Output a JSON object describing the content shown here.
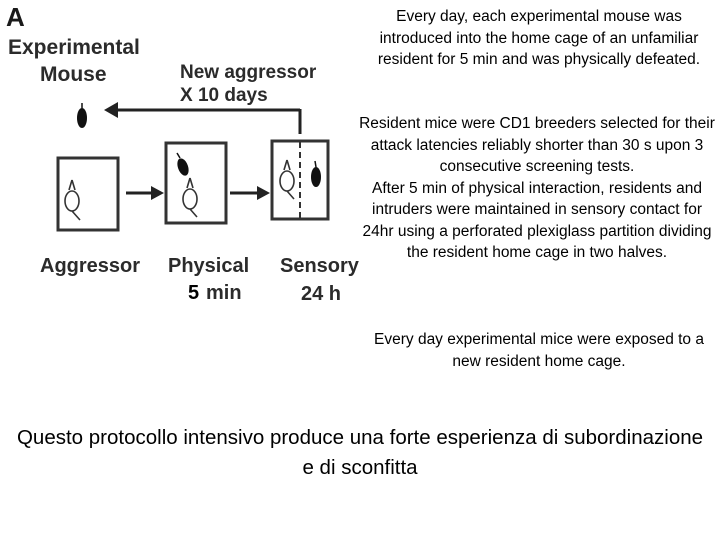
{
  "figure": {
    "panel_letter": "A",
    "experimental_mouse": {
      "line1": "Experimental",
      "line2": "Mouse"
    },
    "new_aggressor": {
      "line1": "New aggressor",
      "line2": "X 10 days"
    },
    "stages": [
      "Aggressor",
      "Physical",
      "Sensory"
    ],
    "physical_duration": {
      "number": "5",
      "unit": "min"
    },
    "sensory_duration": "24 h"
  },
  "description": {
    "para1": "Every day, each experimental mouse was introduced into the home cage of an unfamiliar resident for 5 min and was physically defeated.",
    "para2_a": "Resident mice were CD1 breeders selected for their attack latencies reliably shorter than 30 s upon 3 consecutive screening tests.",
    "para2_b": "After 5 min of physical interaction, residents and intruders were maintained in sensory contact for 24hr using a perforated plexiglass partition dividing the resident home cage in two halves.",
    "para3": "Every day experimental mice were exposed to a new resident home cage."
  },
  "caption": "Questo protocollo intensivo produce una forte esperienza di subordinazione e di sconfitta"
}
